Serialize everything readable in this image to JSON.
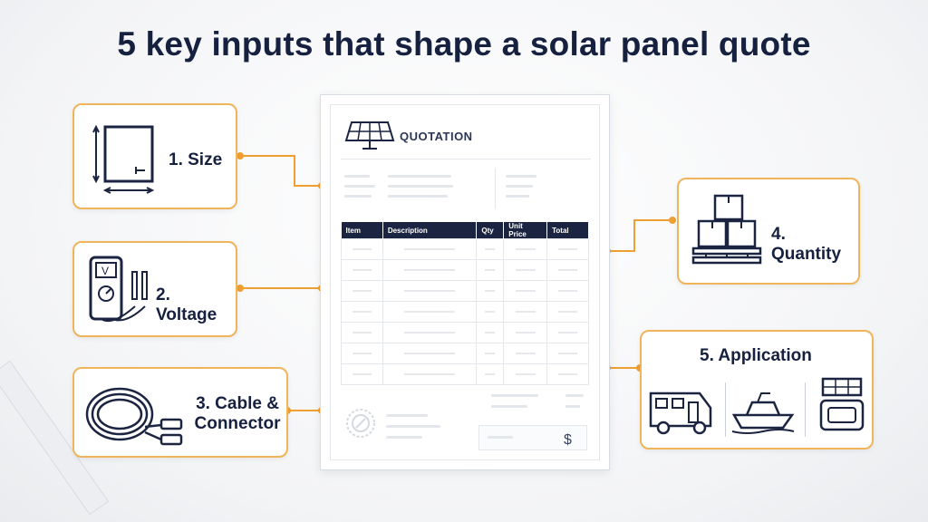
{
  "title": "5 key inputs that shape a solar panel quote",
  "cards": [
    {
      "label": "1. Size",
      "icon": "dimension-frame-icon"
    },
    {
      "label": "2. Voltage",
      "icon": "multimeter-icon"
    },
    {
      "label_lines": [
        "3. Cable &",
        "Connector"
      ],
      "icon": "cable-connector-icon"
    },
    {
      "label": "4. Quantity",
      "icon": "boxes-pallet-icon"
    },
    {
      "label": "5. Application",
      "icons": [
        "rv-camper-icon",
        "boat-icon",
        "portable-power-station-icon"
      ]
    }
  ],
  "quotation": {
    "heading": "QUOTATION",
    "columns": [
      "Item",
      "Description",
      "Qty",
      "Unit Price",
      "Total"
    ],
    "currency_symbol": "$"
  },
  "colors": {
    "accent": "#f0a030",
    "navy": "#1b2440"
  }
}
